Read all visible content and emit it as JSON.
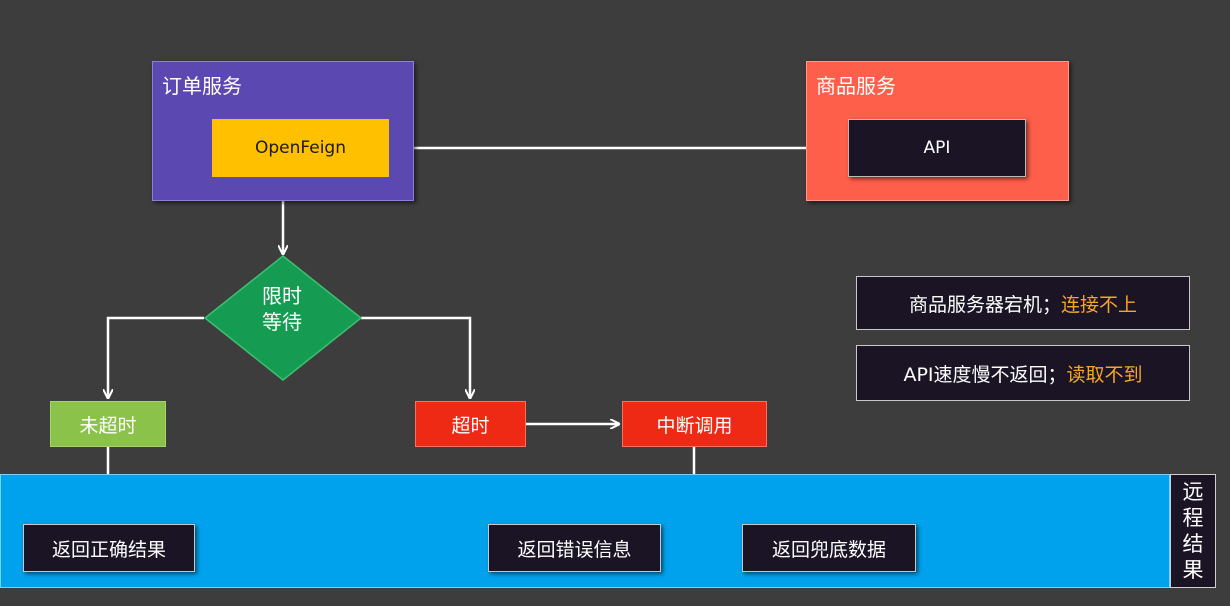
{
  "order_service": {
    "title": "订单服务",
    "client": "OpenFeign"
  },
  "product_service": {
    "title": "商品服务",
    "api": "API"
  },
  "decision": {
    "line1": "限时",
    "line2": "等待"
  },
  "branches": {
    "not_timeout": "未超时",
    "timeout": "超时",
    "interrupt": "中断调用"
  },
  "results": {
    "return_correct": "返回正确结果",
    "return_error": "返回错误信息",
    "return_fallback": "返回兜底数据"
  },
  "remote_label": [
    "远",
    "程",
    "结",
    "果"
  ],
  "notes": [
    {
      "text": "商品服务器宕机；",
      "highlight": "连接不上"
    },
    {
      "text": "API速度慢不返回；",
      "highlight": "读取不到"
    }
  ],
  "colors": {
    "background": "#3d3d3d",
    "order_service": "#5b48b0",
    "openfeign": "#ffc000",
    "product_service": "#fe5f4b",
    "decision": "#169c52",
    "not_timeout": "#8bc34a",
    "timeout": "#ef2a14",
    "remote_band": "#00a2ed",
    "highlight": "#f5a623"
  }
}
